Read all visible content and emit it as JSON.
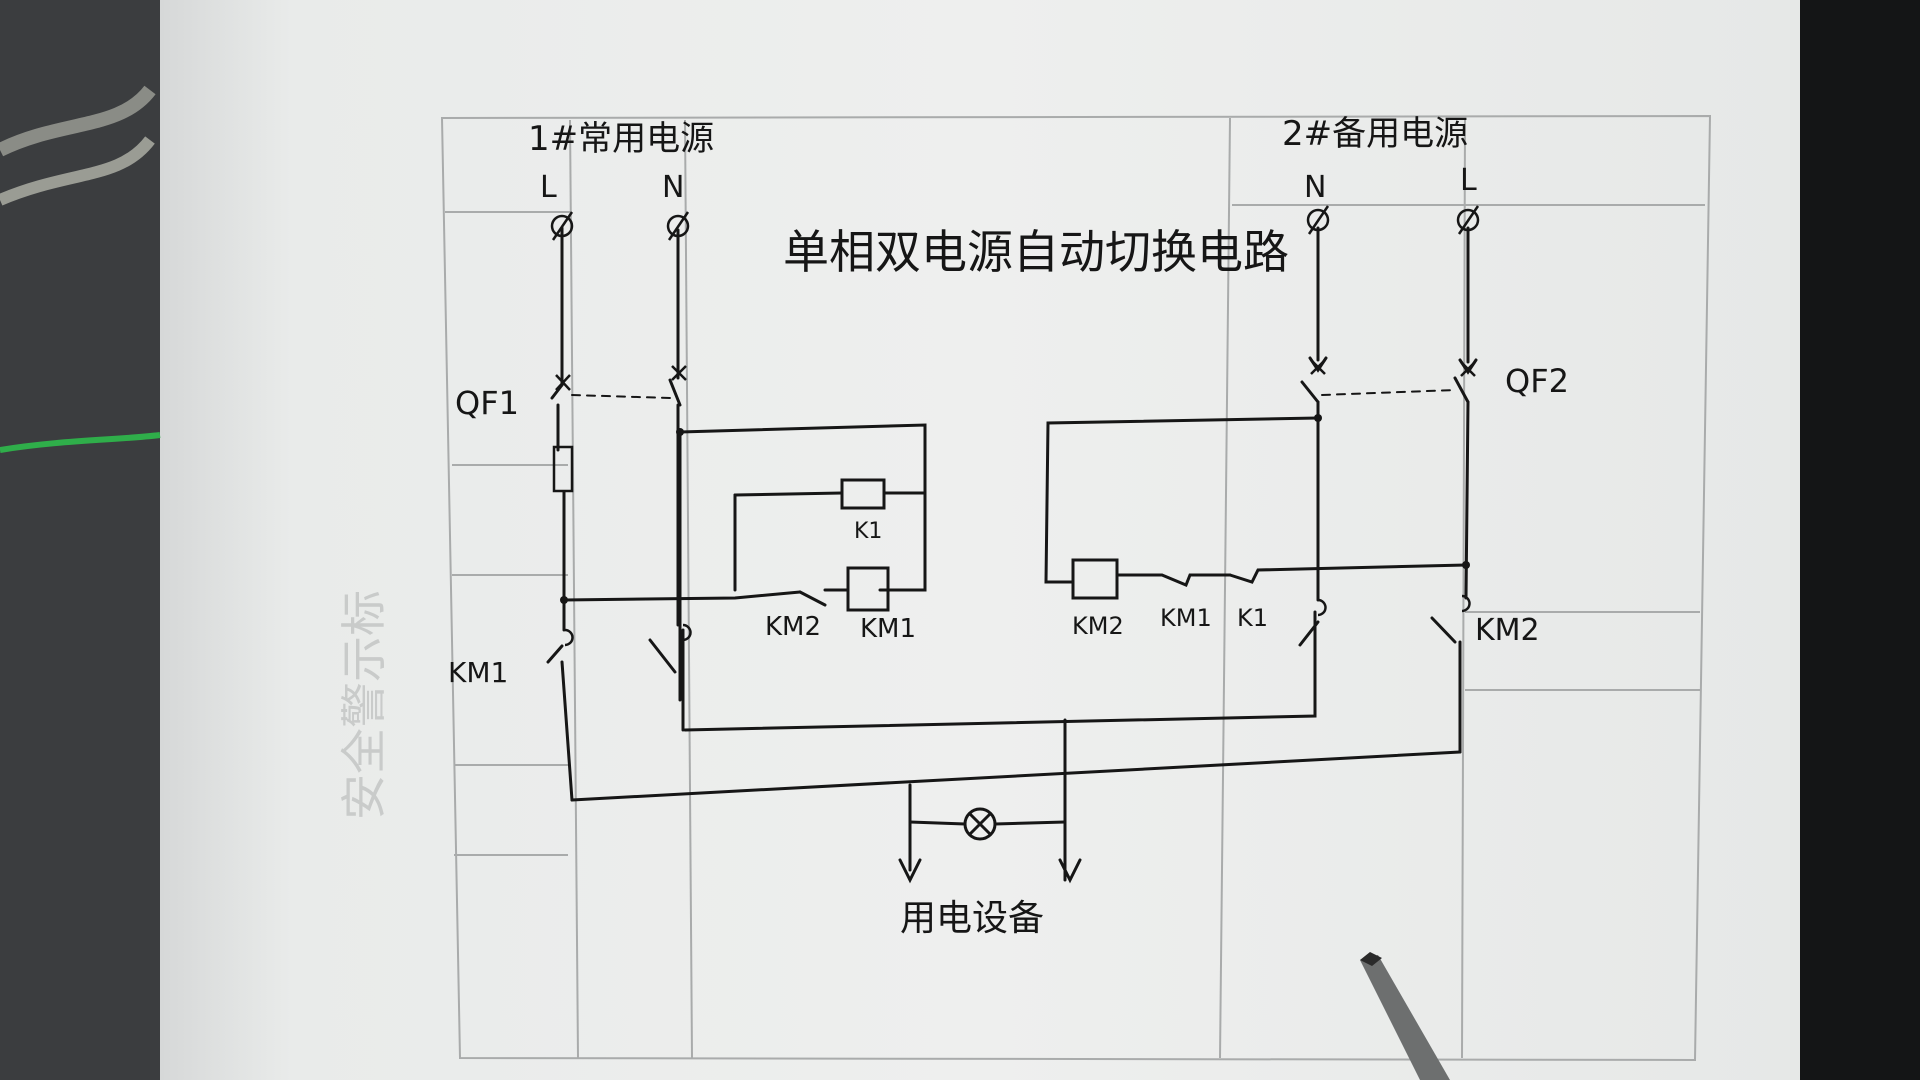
{
  "diagram": {
    "title": "单相双电源自动切换电路",
    "source1": {
      "label": "1#常用电源",
      "terminal_l": "L",
      "terminal_n": "N"
    },
    "source2": {
      "label": "2#备用电源",
      "terminal_n": "N",
      "terminal_l": "L"
    },
    "breaker1": "QF1",
    "breaker2": "QF2",
    "contactor1": "KM1",
    "contactor2": "KM2",
    "relay_coil": "K1",
    "coil_km1": "KM1",
    "coil_km2": "KM2",
    "contact_km2_a": "KM2",
    "contact_km1_b": "KM1",
    "contact_k1": "K1",
    "load": "用电设备"
  },
  "watermark": "安全警示标",
  "colors": {
    "ink": "#161616",
    "paper": "#eeefee",
    "grid": "#a9abab"
  }
}
